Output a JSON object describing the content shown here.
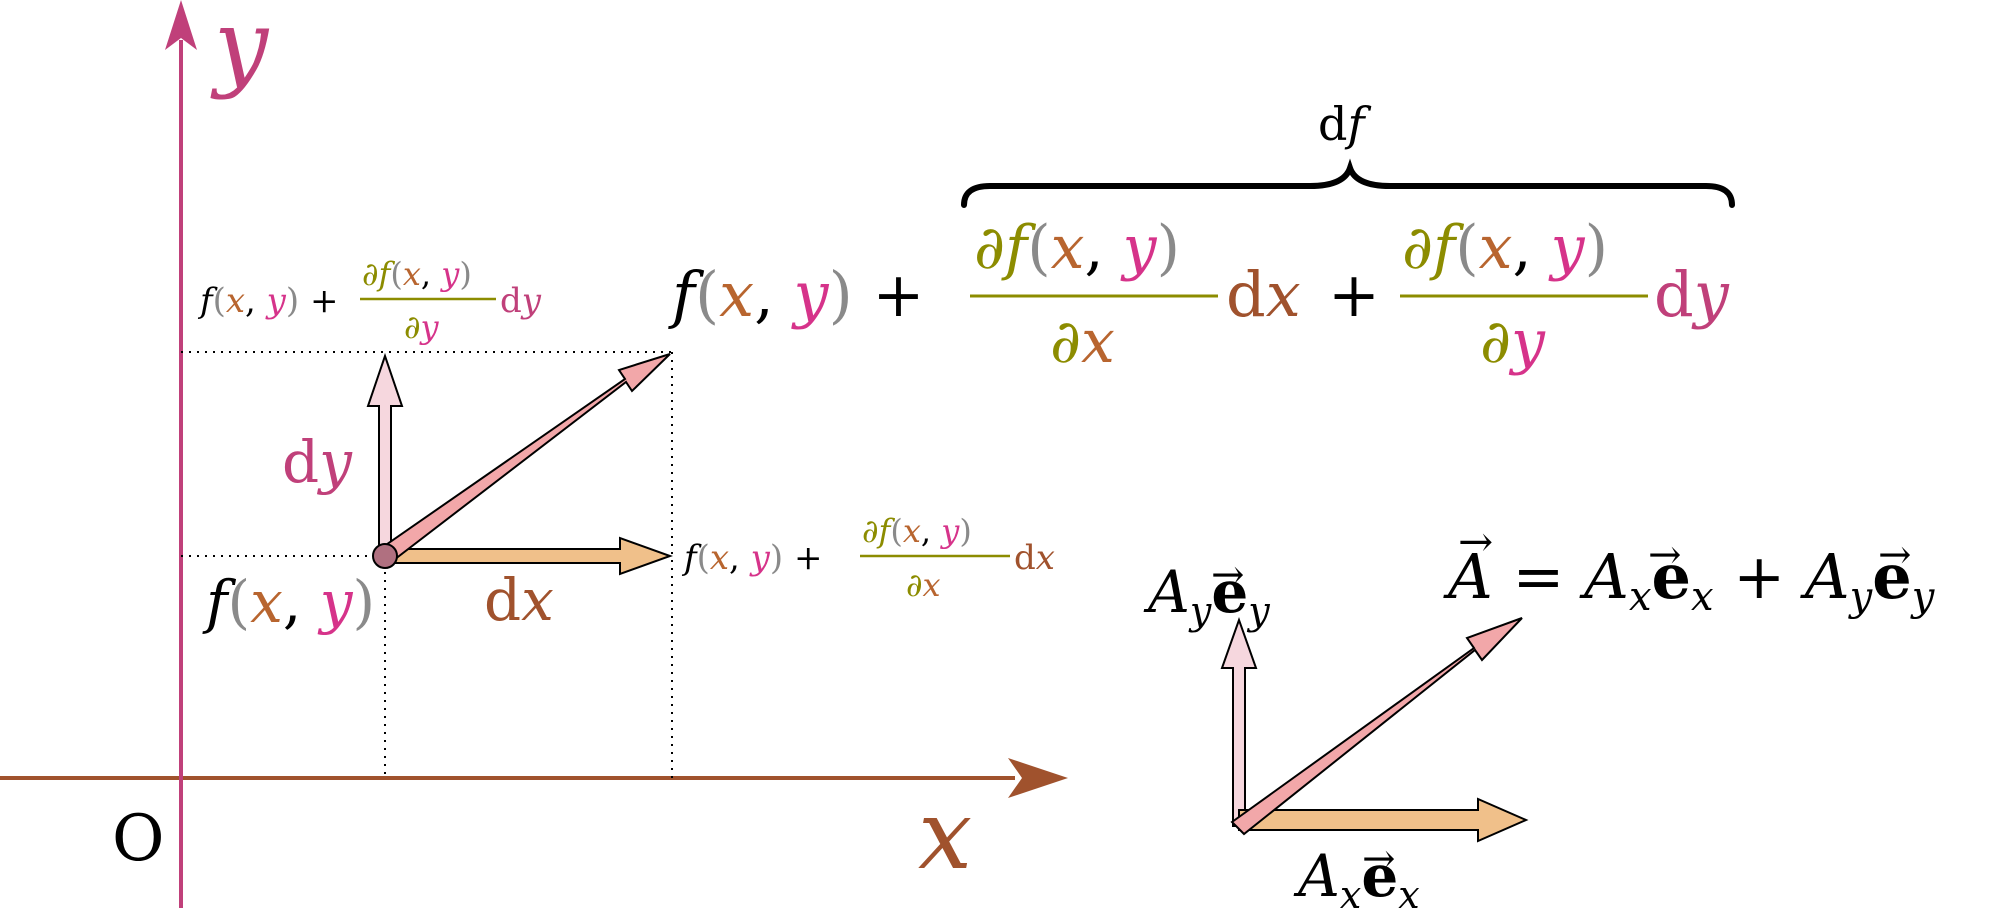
{
  "axes": {
    "x_label": "x",
    "y_label": "y",
    "origin_label": "O"
  },
  "differential": {
    "dx_label": "dx",
    "dy_label": "dy",
    "f_at_point": "f(x, y)",
    "f_plus_dx": "f(x, y) + ∂f(x, y)/∂x dx",
    "f_plus_dy": "f(x, y) + ∂f(x, y)/∂y dy",
    "total_expression": "f(x, y) + ∂f(x, y)/∂x dx + ∂f(x, y)/∂y dy",
    "brace_label": "df"
  },
  "vector": {
    "equation": "A = A_x e_x + A_y e_y",
    "x_component": "A_x e_x",
    "y_component": "A_y e_y"
  },
  "colors": {
    "x_axis": "#a0522d",
    "y_axis": "#c0407a",
    "var_x": "#b8652f",
    "var_y": "#d6338a",
    "partial": "#8c8c00",
    "paren": "#8a8a8a",
    "dx_arrow": "#f0c08a",
    "dy_arrow": "#f6d7de",
    "diag_arrow": "#f2a7a9"
  }
}
